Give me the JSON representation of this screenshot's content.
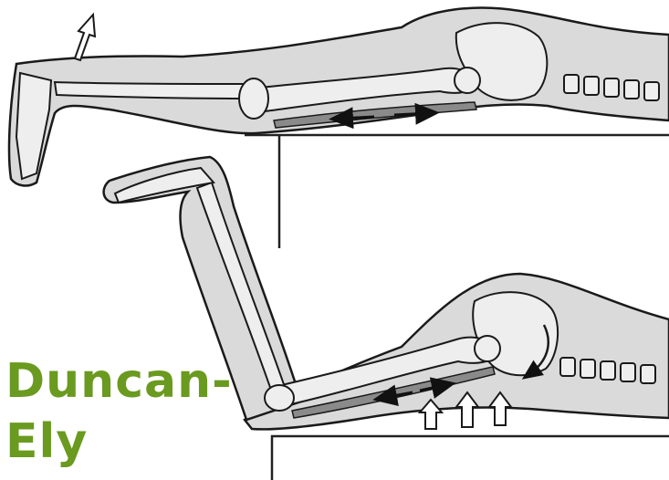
{
  "caption": {
    "line1": "Duncan-",
    "line2": "Ely",
    "color": "#6a9a1f"
  },
  "illustration": {
    "panels": [
      "leg-extended",
      "knee-flexed"
    ],
    "skin_fill": "#d9d9d9",
    "outline": "#1a1a1a",
    "bone_fill": "#eeeeee",
    "muscle_fill": "#8a8a8a"
  }
}
